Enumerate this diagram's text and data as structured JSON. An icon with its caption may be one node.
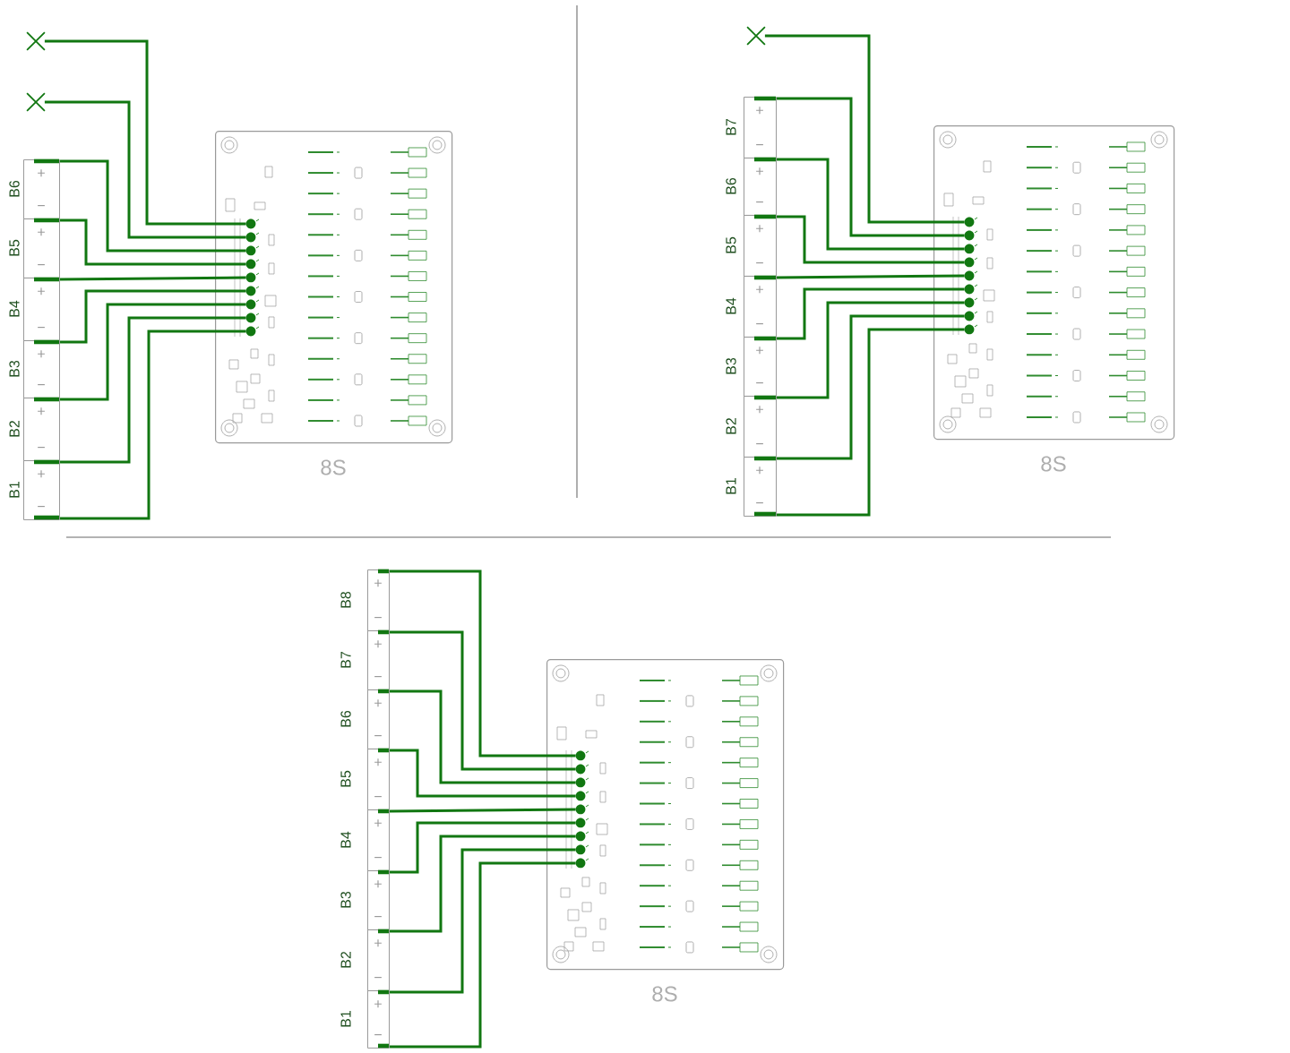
{
  "diagram": {
    "nodes": [
      {
        "text": [],
        "shape": "cross"
      },
      {
        "text": [],
        "shape": "cross"
      },
      {
        "text": [
          "B6",
          "+",
          "−"
        ]
      },
      {
        "text": [
          "B5",
          "+",
          "−"
        ]
      },
      {
        "text": [
          "B4",
          "+",
          "−"
        ]
      },
      {
        "text": [
          "B3",
          "+",
          "−"
        ]
      },
      {
        "text": [
          "B2",
          "+",
          "−"
        ]
      },
      {
        "text": [
          "B1",
          "+",
          "−"
        ]
      },
      {
        "text": [
          "8S"
        ]
      },
      {
        "text": [],
        "shape": "cross"
      },
      {
        "text": [
          "B7",
          "+",
          "−"
        ]
      },
      {
        "text": [
          "B6",
          "+",
          "−"
        ]
      },
      {
        "text": [
          "B5",
          "+",
          "−"
        ]
      },
      {
        "text": [
          "B4",
          "+",
          "−"
        ]
      },
      {
        "text": [
          "B3",
          "+",
          "−"
        ]
      },
      {
        "text": [
          "B2",
          "+",
          "−"
        ]
      },
      {
        "text": [
          "B1",
          "+",
          "−"
        ]
      },
      {
        "text": [
          "8S"
        ]
      },
      {
        "text": [
          "B8",
          "+",
          "−"
        ]
      },
      {
        "text": [
          "B7",
          "+",
          "−"
        ]
      },
      {
        "text": [
          "B6",
          "+",
          "−"
        ]
      },
      {
        "text": [
          "B5",
          "+",
          "−"
        ]
      },
      {
        "text": [
          "B4",
          "+",
          "−"
        ]
      },
      {
        "text": [
          "B3",
          "+",
          "−"
        ]
      },
      {
        "text": [
          "B2",
          "+",
          "−"
        ]
      },
      {
        "text": [
          "B1",
          "+",
          "−"
        ]
      },
      {
        "text": [
          "8S"
        ]
      }
    ],
    "edges": [
      {
        "from": 0,
        "to": 8,
        "arrow": "none"
      },
      {
        "from": 1,
        "to": 8,
        "arrow": "none"
      },
      {
        "from": 2,
        "to": 8,
        "arrow": "none"
      },
      {
        "from": 3,
        "to": 8,
        "arrow": "none"
      },
      {
        "from": 4,
        "to": 8,
        "arrow": "none"
      },
      {
        "from": 5,
        "to": 8,
        "arrow": "none"
      },
      {
        "from": 6,
        "to": 8,
        "arrow": "none"
      },
      {
        "from": 7,
        "to": 8,
        "arrow": "none"
      },
      {
        "from": 7,
        "to": 8,
        "arrow": "none"
      },
      {
        "from": 9,
        "to": 17,
        "arrow": "none"
      },
      {
        "from": 10,
        "to": 17,
        "arrow": "none"
      },
      {
        "from": 11,
        "to": 17,
        "arrow": "none"
      },
      {
        "from": 12,
        "to": 17,
        "arrow": "none"
      },
      {
        "from": 13,
        "to": 17,
        "arrow": "none"
      },
      {
        "from": 14,
        "to": 17,
        "arrow": "none"
      },
      {
        "from": 15,
        "to": 17,
        "arrow": "none"
      },
      {
        "from": 16,
        "to": 17,
        "arrow": "none"
      },
      {
        "from": 16,
        "to": 17,
        "arrow": "none"
      },
      {
        "from": 18,
        "to": 26,
        "arrow": "none"
      },
      {
        "from": 19,
        "to": 26,
        "arrow": "none"
      },
      {
        "from": 20,
        "to": 26,
        "arrow": "none"
      },
      {
        "from": 21,
        "to": 26,
        "arrow": "none"
      },
      {
        "from": 22,
        "to": 26,
        "arrow": "none"
      },
      {
        "from": 23,
        "to": 26,
        "arrow": "none"
      },
      {
        "from": 24,
        "to": 26,
        "arrow": "none"
      },
      {
        "from": 25,
        "to": 26,
        "arrow": "none"
      },
      {
        "from": 25,
        "to": 26,
        "arrow": "none"
      }
    ]
  }
}
